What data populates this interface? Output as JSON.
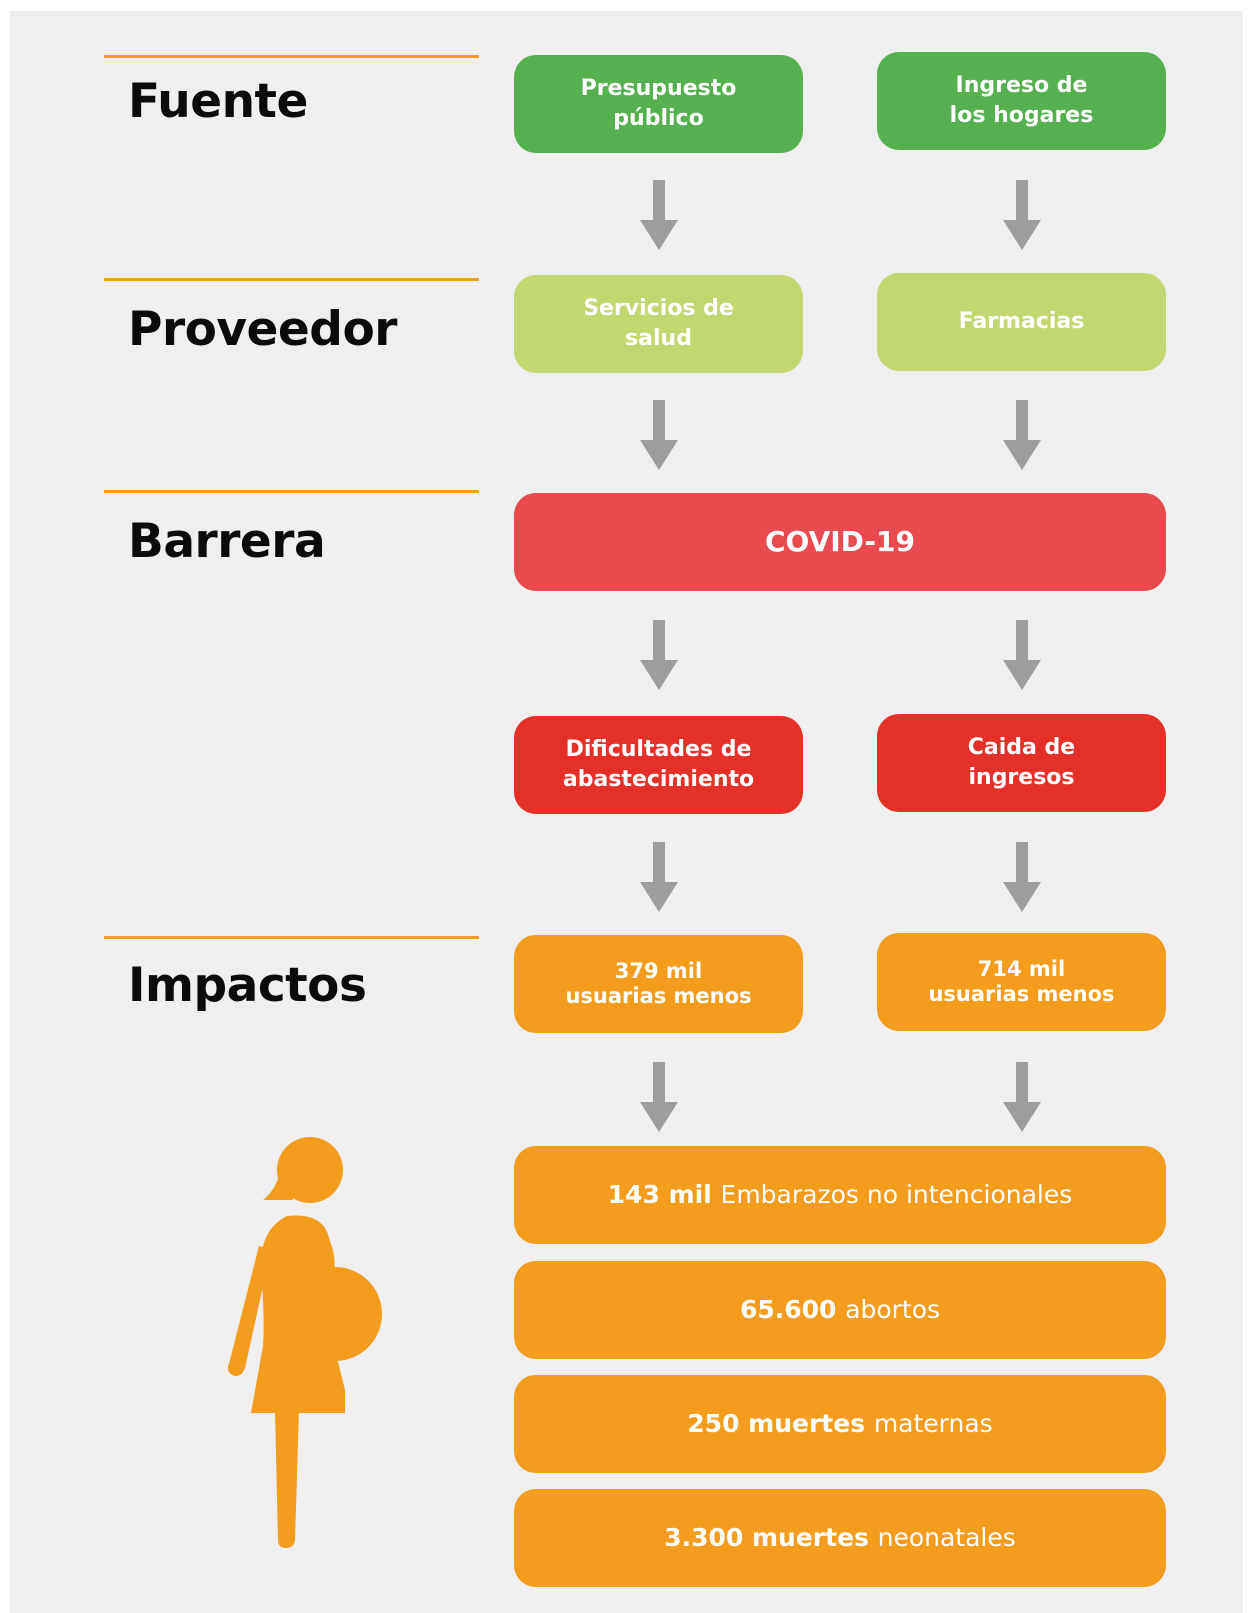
{
  "colors": {
    "background": "#efefef",
    "rule": "#f39c20",
    "source": "#55b04f",
    "provider": "#c3d771",
    "barrier": "#e84a50",
    "consequence": "#e53028",
    "impact": "#f39c1e",
    "arrow": "#9d9d9d"
  },
  "sections": {
    "fuente": "Fuente",
    "proveedor": "Proveedor",
    "barrera": "Barrera",
    "impactos": "Impactos"
  },
  "fuente": {
    "left": [
      "Presupuesto",
      "público"
    ],
    "right": [
      "Ingreso de",
      "los hogares"
    ]
  },
  "proveedor": {
    "left": [
      "Servicios de",
      "salud"
    ],
    "right": [
      "Farmacias"
    ]
  },
  "barrera": {
    "label": "COVID-19"
  },
  "consecuencias": {
    "left": [
      "Dificultades de",
      "abastecimiento"
    ],
    "right": [
      "Caida de",
      "ingresos"
    ]
  },
  "impactos": {
    "left": [
      "379 mil",
      "usuarias menos"
    ],
    "right": [
      "714 mil",
      "usuarias menos"
    ],
    "results": [
      {
        "bold": "143 mil",
        "text": "Embarazos no intencionales"
      },
      {
        "bold": "65.600",
        "text": "abortos"
      },
      {
        "bold": "250 muertes",
        "text": "maternas"
      },
      {
        "bold": "3.300 muertes",
        "text": "neonatales"
      }
    ]
  },
  "icons": {
    "arrow": "down-arrow-icon",
    "figure": "pregnant-woman-icon"
  }
}
